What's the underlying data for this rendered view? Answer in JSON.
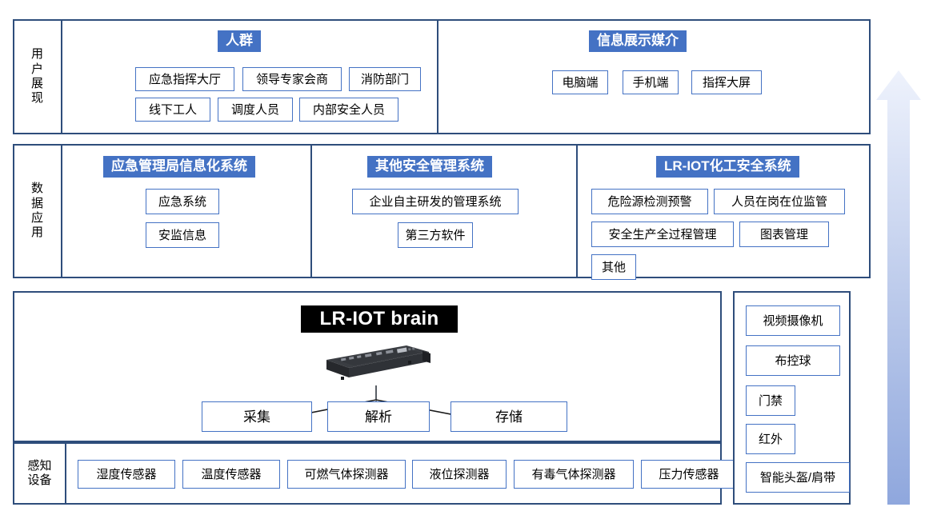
{
  "colors": {
    "accent_blue": "#4472c4",
    "outline_navy": "#2e4d7b",
    "brain_bg": "#000000",
    "arrow_top": "#e8eefb",
    "arrow_bottom": "#8fa7dd"
  },
  "bands": {
    "user_presentation": {
      "row_label": "用户展现",
      "sections": [
        {
          "header": "人群",
          "chips": [
            "应急指挥大厅",
            "领导专家会商",
            "消防部门",
            "线下工人",
            "调度人员",
            "内部安全人员"
          ]
        },
        {
          "header": "信息展示媒介",
          "chips": [
            "电脑端",
            "手机端",
            "指挥大屏"
          ]
        }
      ]
    },
    "data_application": {
      "row_label": "数据应用",
      "sections": [
        {
          "header": "应急管理局信息化系统",
          "chips": [
            "应急系统",
            "安监信息"
          ]
        },
        {
          "header": "其他安全管理系统",
          "chips": [
            "企业自主研发的管理系统",
            "第三方软件"
          ]
        },
        {
          "header": "LR-IOT化工安全系统",
          "chips": [
            "危险源检测预警",
            "人员在岗在位监管",
            "安全生产全过程管理",
            "图表管理",
            "其他"
          ]
        }
      ]
    },
    "platform": {
      "brain_title": "LR-IOT brain",
      "server_icon": "rack-server-icon",
      "functions": [
        "采集",
        "解析",
        "存储"
      ]
    },
    "perception": {
      "row_label": "感知设备",
      "sensors": [
        "湿度传感器",
        "温度传感器",
        "可燃气体探测器",
        "液位探测器",
        "有毒气体探测器",
        "压力传感器"
      ]
    },
    "devices": {
      "items": [
        "视频摄像机",
        "布控球",
        "门禁",
        "红外",
        "智能头盔/肩带"
      ]
    }
  },
  "arrow": {
    "icon": "up-arrow-icon",
    "direction": "up"
  }
}
